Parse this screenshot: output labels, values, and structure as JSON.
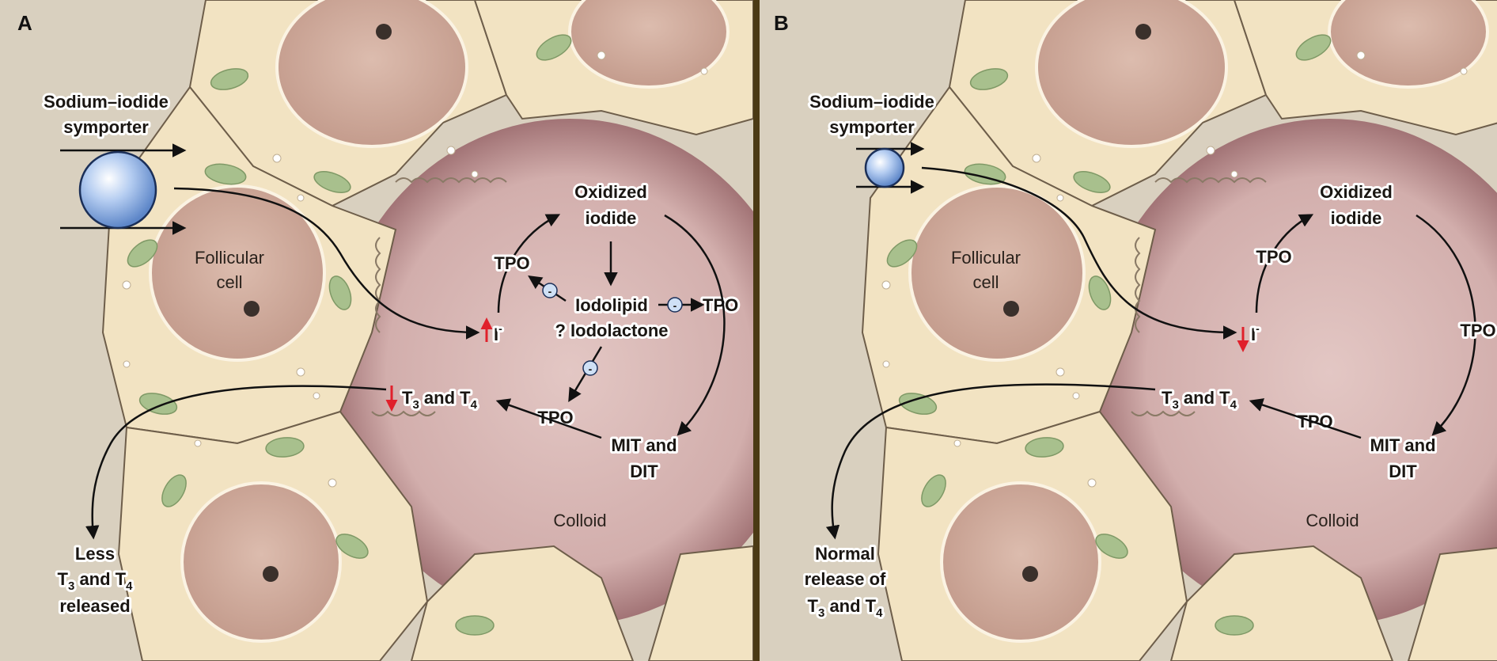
{
  "figure": {
    "divider_color": "#4b3a14",
    "background_color": "#d9d0bf",
    "cell_color": "#f2e3c2",
    "nucleus_color": "#cfa99a",
    "mitochondria_color": "#a8c08d",
    "colloid_color": "#c69d9f",
    "symporter_color": "#8fb3e6",
    "arrow_up_color": "#e0202b"
  },
  "panel_a": {
    "letter": "A",
    "symporter_label_line1": "Sodium–iodide",
    "symporter_label_line2": "symporter",
    "follicular_line1": "Follicular",
    "follicular_line2": "cell",
    "oxidized_line1": "Oxidized",
    "oxidized_line2": "iodide",
    "tpo_left": "TPO",
    "iodolipid": "Iodolipid",
    "iodolactone": "? Iodolactone",
    "tpo_right": "TPO",
    "iodide": "I",
    "iodide_sup": "-",
    "t3t4": "T",
    "t3t4_sub1": "3",
    "t3t4_and": " and T",
    "t3t4_sub2": "4",
    "tpo_bottom": "TPO",
    "mit_line1": "MIT and",
    "mit_line2": "DIT",
    "colloid": "Colloid",
    "release_line1": "Less",
    "release_line2_a": "T",
    "release_line2_sub1": "3",
    "release_line2_b": " and T",
    "release_line2_sub2": "4",
    "release_line3": "released",
    "inhibit_symbol": "-"
  },
  "panel_b": {
    "letter": "B",
    "symporter_label_line1": "Sodium–iodide",
    "symporter_label_line2": "symporter",
    "follicular_line1": "Follicular",
    "follicular_line2": "cell",
    "oxidized_line1": "Oxidized",
    "oxidized_line2": "iodide",
    "tpo_left": "TPO",
    "tpo_right": "TPO",
    "iodide": "I",
    "iodide_sup": "-",
    "t3t4": "T",
    "t3t4_sub1": "3",
    "t3t4_and": " and T",
    "t3t4_sub2": "4",
    "tpo_bottom": "TPO",
    "mit_line1": "MIT and",
    "mit_line2": "DIT",
    "colloid": "Colloid",
    "release_line1": "Normal",
    "release_line2": "release of",
    "release_line3_a": "T",
    "release_line3_sub1": "3",
    "release_line3_b": " and T",
    "release_line3_sub2": "4"
  }
}
